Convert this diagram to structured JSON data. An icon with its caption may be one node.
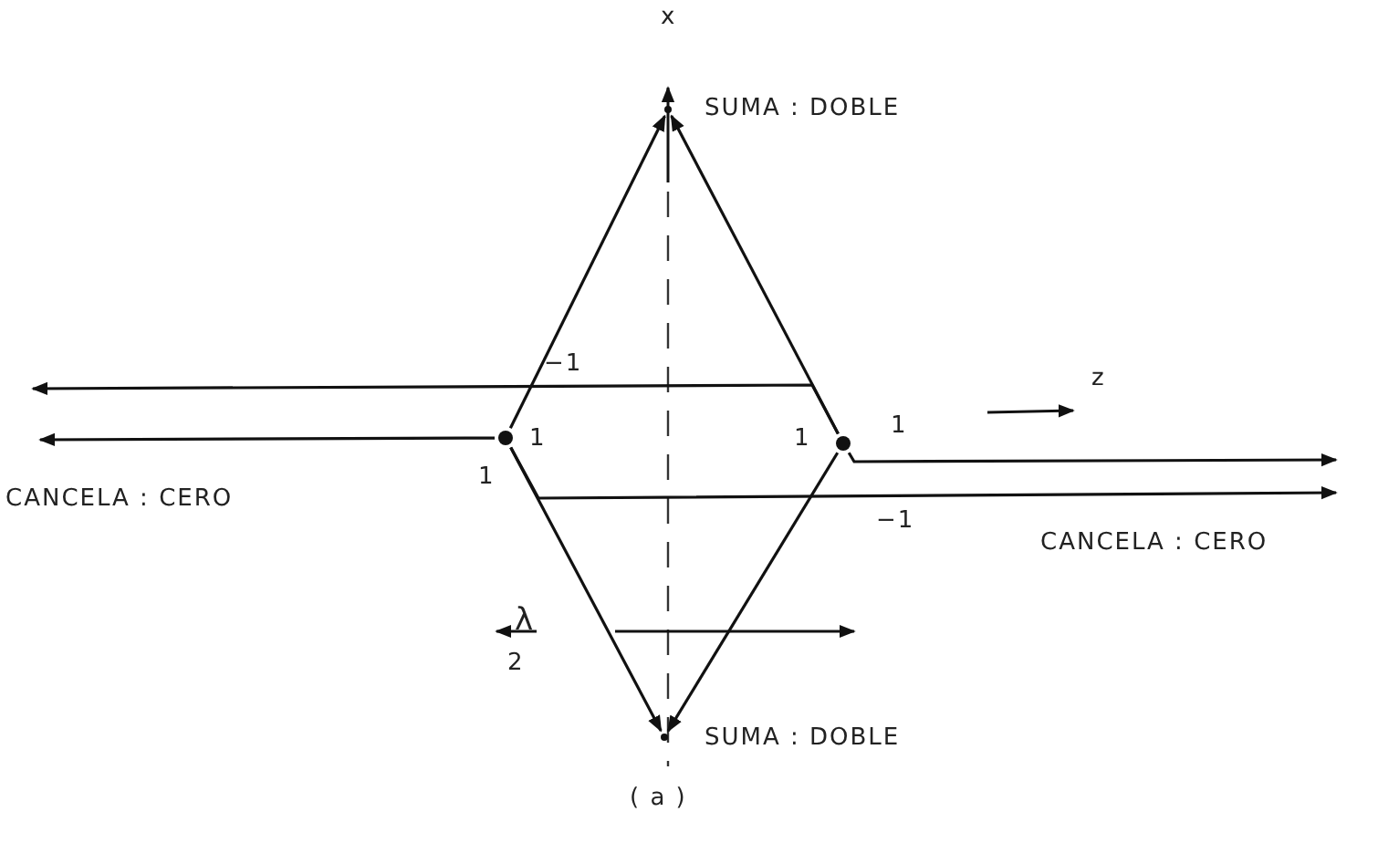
{
  "diagram": {
    "caption": "( a )",
    "nodes": [
      {
        "text": [],
        "shape": "dot"
      },
      {
        "text": [],
        "shape": "dot"
      },
      {
        "text": [],
        "shape": "point",
        "beside": [
          "SUMA : DOBLE"
        ]
      },
      {
        "text": [],
        "shape": "point",
        "beside": [
          "SUMA : DOBLE"
        ]
      }
    ],
    "edges": [
      {
        "from": 0,
        "to": 2,
        "arrow": "to"
      },
      {
        "from": 1,
        "to": 2,
        "arrow": "to"
      },
      {
        "from": 0,
        "to": 3,
        "arrow": "to"
      },
      {
        "from": 1,
        "to": 3,
        "arrow": "to"
      },
      {
        "from": 1,
        "to": null,
        "arrow": "to"
      },
      {
        "from": 0,
        "to": null,
        "arrow": "to"
      },
      {
        "from": 1,
        "to": null,
        "arrow": "to"
      },
      {
        "from": 0,
        "to": null,
        "arrow": "to"
      }
    ],
    "labels": [
      "x",
      "−1",
      "z",
      "1",
      "1",
      "1",
      "CANCELA : CERO",
      "1",
      "−1",
      "CANCELA : CERO",
      "λ",
      "2"
    ]
  }
}
